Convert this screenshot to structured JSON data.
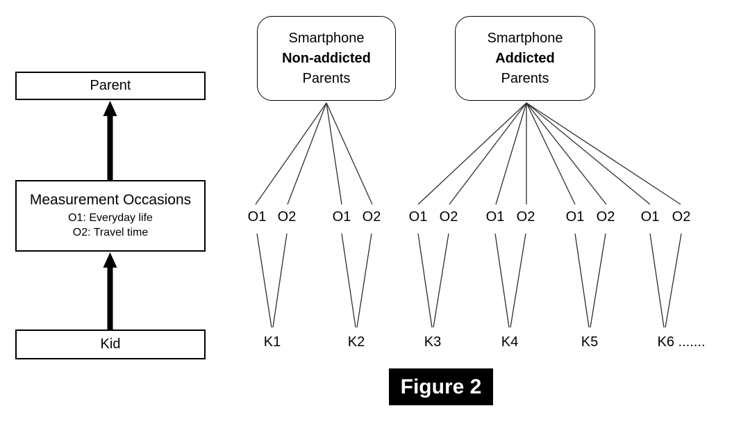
{
  "figure": {
    "label": "Figure 2"
  },
  "hierarchy": {
    "parent_label": "Parent",
    "measurement": {
      "title": "Measurement Occasions",
      "occasion1": "O1: Everyday life",
      "occasion2": "O2: Travel time"
    },
    "kid_label": "Kid"
  },
  "groups": [
    {
      "line1": "Smartphone",
      "line2": "Non-addicted",
      "line3": "Parents"
    },
    {
      "line1": "Smartphone",
      "line2": "Addicted",
      "line3": "Parents"
    }
  ],
  "occasion_labels": [
    "O1",
    "O2",
    "O1",
    "O2",
    "O1",
    "O2",
    "O1",
    "O2",
    "O1",
    "O2",
    "O1",
    "O2"
  ],
  "kid_labels": [
    "K1",
    "K2",
    "K3",
    "K4",
    "K5",
    "K6 ......."
  ],
  "colors": {
    "line": "#2e2e2e",
    "box_border": "#000000",
    "badge_bg": "#000000",
    "badge_text": "#ffffff"
  }
}
